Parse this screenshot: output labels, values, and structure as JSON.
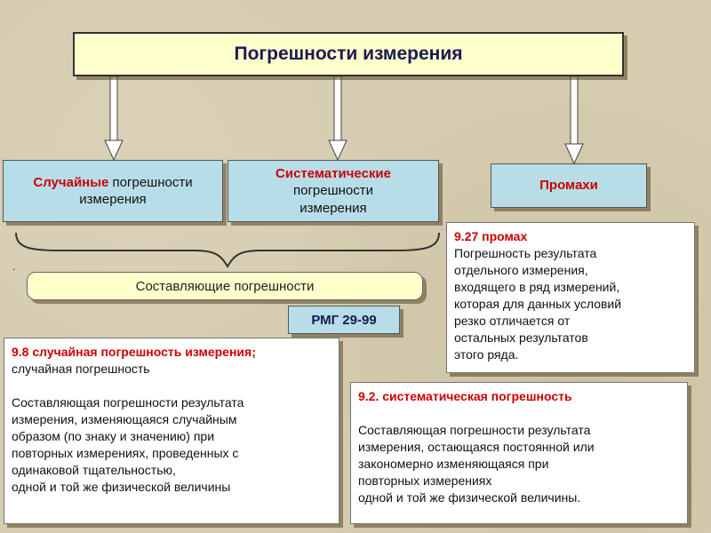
{
  "title": "Погрешности измерения",
  "categories": {
    "random": {
      "red": "Случайные",
      "rest1": " погрешности",
      "rest2": "измерения"
    },
    "systematic": {
      "line1": "Систематические",
      "line2": "погрешности",
      "line3": "измерения"
    },
    "blunders": {
      "label": "Промахи"
    }
  },
  "components_label": "Составляющие погрешности",
  "rmg_label": "РМГ 29-99",
  "bullet_dot": ".",
  "definitions": {
    "blunder": {
      "heading": "9.27 промах",
      "lines": [
        "Погрешность результата",
        "отдельного измерения,",
        "входящего в ряд измерений,",
        "которая для данных  условий",
        "резко отличается от",
        "остальных результатов",
        "этого ряда."
      ]
    },
    "random": {
      "heading": "9.8 случайная погрешность измерения;",
      "subheading": "случайная погрешность",
      "lines": [
        "Составляющая погрешности результата",
        "измерения, изменяющаяся случайным",
        "образом (по знаку и значению) при",
        "повторных измерениях, проведенных с",
        "одинаковой тщательностью,",
        "одной и той же физической величины"
      ]
    },
    "systematic": {
      "heading": "9.2. систематическая погрешность",
      "lines": [
        "Составляющая погрешности результата",
        "измерения, остающаяся постоянной или",
        "закономерно изменяющаяся при",
        "повторных измерениях",
        "одной и той же физической величины."
      ]
    }
  },
  "colors": {
    "background": "#d6ccb0",
    "title_fill": "#ffffcc",
    "category_fill": "#b7dde8",
    "accent_red": "#cc0000",
    "title_text": "#1a1a55"
  }
}
